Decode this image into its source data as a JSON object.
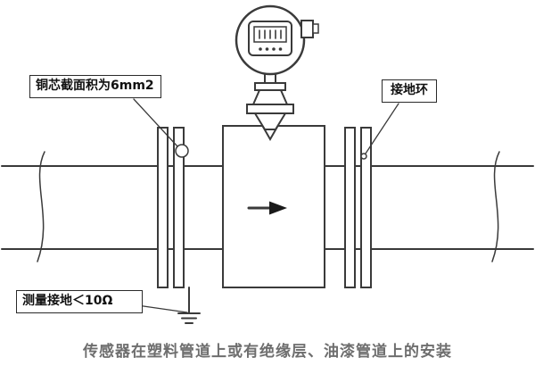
{
  "diagram": {
    "caption": "传感器在塑料管道上或有绝缘层、油漆管道上的安装",
    "callouts": {
      "copper_core": "铜芯截面积为6mm2",
      "grounding_ring": "接地环",
      "measurement_ground": "测量接地＜10Ω"
    },
    "parts": {
      "transmitter_head": "converter-display-head",
      "sensor_body": "flowmeter-sensor-body",
      "flow_direction": "right"
    }
  },
  "colors": {
    "line": "#3a3a3a",
    "label_border": "#2a2a2a",
    "label_text": "#111111",
    "caption_text": "#6e6e6e",
    "background": "#ffffff"
  }
}
